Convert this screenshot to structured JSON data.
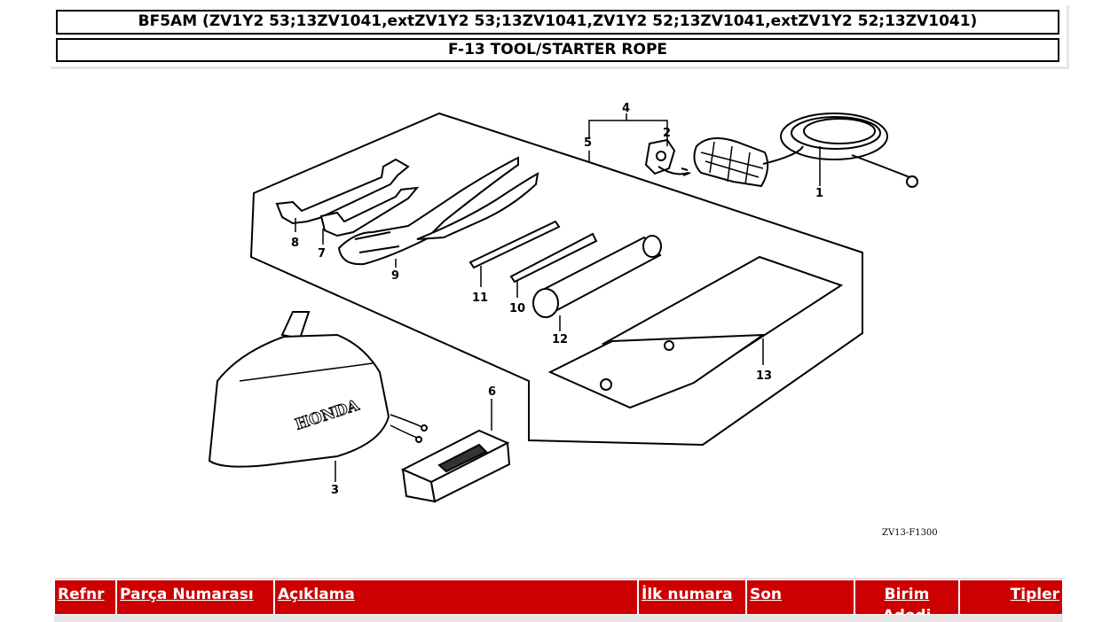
{
  "header": {
    "model_line": "BF5AM (ZV1Y2 53;13ZV1041,extZV1Y2 53;13ZV1041,ZV1Y2 52;13ZV1041,extZV1Y2 52;13ZV1041)",
    "section_title": "F-13 TOOL/STARTER ROPE"
  },
  "diagram": {
    "callouts": [
      "1",
      "2",
      "3",
      "4",
      "5",
      "6",
      "7",
      "8",
      "9",
      "10",
      "11",
      "12",
      "13"
    ],
    "drawing_code": "ZV13-F1300",
    "cover_brand": "HONDA"
  },
  "table": {
    "columns": [
      "Refnr",
      "Parça Numarası",
      "Açıklama",
      "İlk numara",
      "Son",
      "Birim Adedi",
      "Tipler"
    ]
  }
}
